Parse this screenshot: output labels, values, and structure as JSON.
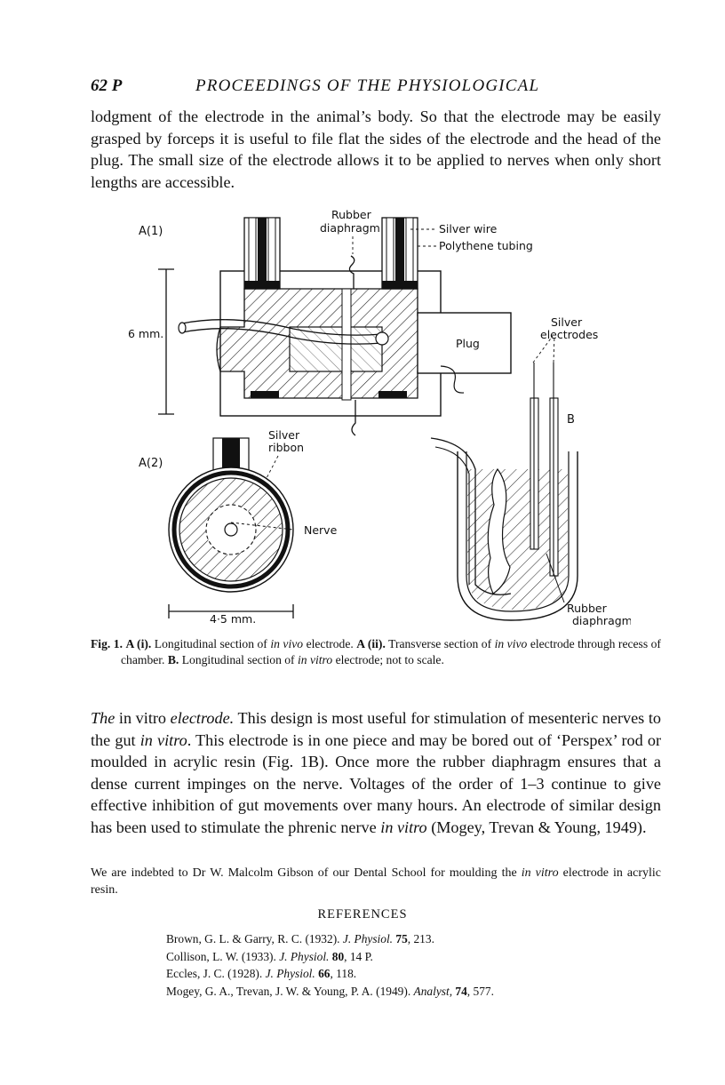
{
  "header": {
    "page_number": "62 P",
    "journal_title": "PROCEEDINGS OF THE PHYSIOLOGICAL"
  },
  "paragraph_1": "lodgment of the electrode in the animal’s body. So that the electrode may be easily grasped by forceps it is useful to file flat the sides of the electrode and the head of the plug. The small size of the electrode allows it to be applied to nerves when only short lengths are accessible.",
  "figure": {
    "labels": {
      "a1": "A(1)",
      "a2": "A(2)",
      "b": "B",
      "rubber_diaphragm_top_1": "Rubber",
      "rubber_diaphragm_top_2": "diaphragm",
      "silver_wire": "Silver wire",
      "polythene_tubing": "Polythene tubing",
      "six_mm": "6 mm.",
      "plug": "Plug",
      "silver_electrodes_1": "Silver",
      "silver_electrodes_2": "electrodes",
      "silver_ribbon_1": "Silver",
      "silver_ribbon_2": "ribbon",
      "nerve": "Nerve",
      "four_five_mm": "4·5 mm.",
      "rubber_diaphragm_bottom_1": "Rubber",
      "rubber_diaphragm_bottom_2": "diaphragm"
    }
  },
  "caption": {
    "fig_label": "Fig. 1.",
    "part_a1_label": "A (i).",
    "part_a1_text_1": "Longitudinal section of",
    "in_vivo_1": "in vivo",
    "part_a1_text_2": "electrode.",
    "part_a2_label": "A (ii).",
    "part_a2_text_1": "Transverse section of",
    "in_vivo_2": "in vivo",
    "part_a2_text_2": "electrode through recess of chamber.",
    "part_b_label": "B.",
    "part_b_text_1": "Longitudinal section of",
    "in_vitro": "in vitro",
    "part_b_text_2": "electrode; not to scale."
  },
  "paragraph_2": {
    "heading_the": "The",
    "heading_in_vitro": "in vitro",
    "heading_electrode": "electrode.",
    "text_1": "This design is most useful for stimulation of mesenteric nerves to the gut",
    "in_vitro_1": "in vitro",
    "text_2": ". This electrode is in one piece and may be bored out of ‘Perspex’ rod or moulded in acrylic resin (Fig. 1B). Once more the rubber diaphragm ensures that a dense current impinges on the nerve. Voltages of the order of 1–3 continue to give effective inhibition of gut movements over many hours. An electrode of similar design has been used to stimulate the phrenic nerve",
    "in_vitro_2": "in vitro",
    "text_3": "(Mogey, Trevan & Young, 1949)."
  },
  "acknowledgement": {
    "text_1": "We are indebted to Dr W. Malcolm Gibson of our Dental School for moulding the",
    "in_vitro": "in vitro",
    "text_2": "electrode in acrylic resin."
  },
  "references": {
    "heading": "REFERENCES",
    "items": [
      {
        "authors": "Brown, G. L. & Garry, R. C. (1932).",
        "journal": "J. Physiol.",
        "volume": "75",
        "pages": ", 213."
      },
      {
        "authors": "Collison, L. W. (1933).",
        "journal": "J. Physiol.",
        "volume": "80",
        "pages": ", 14 P."
      },
      {
        "authors": "Eccles, J. C. (1928).",
        "journal": "J. Physiol.",
        "volume": "66",
        "pages": ", 118."
      },
      {
        "authors": "Mogey, G. A., Trevan, J. W. & Young, P. A. (1949).",
        "journal": "Analyst,",
        "volume": "74",
        "pages": ", 577."
      }
    ]
  }
}
